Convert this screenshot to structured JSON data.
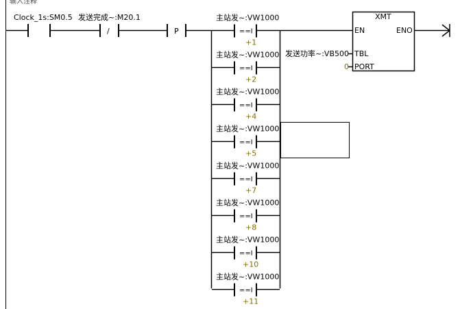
{
  "network": {
    "comment": "输入注释"
  },
  "contacts": {
    "clock": "Clock_1s:SM0.5",
    "sent_done": "发送完成~:M20.1",
    "not_symbol": "/",
    "pulse": "P"
  },
  "compare_op": "==I",
  "compare_operand": "主站发~:VW1000",
  "compare_rows": [
    {
      "operand": "主站发~:VW1000",
      "op": "==I",
      "value": "+1"
    },
    {
      "operand": "主站发~:VW1000",
      "op": "==I",
      "value": "+2"
    },
    {
      "operand": "主站发~:VW1000",
      "op": "==I",
      "value": "+4"
    },
    {
      "operand": "主站发~:VW1000",
      "op": "==I",
      "value": "+5"
    },
    {
      "operand": "主站发~:VW1000",
      "op": "==I",
      "value": "+7"
    },
    {
      "operand": "主站发~:VW1000",
      "op": "==I",
      "value": "+8"
    },
    {
      "operand": "主站发~:VW1000",
      "op": "==I",
      "value": "+10"
    },
    {
      "operand": "主站发~:VW1000",
      "op": "==I",
      "value": "+11"
    }
  ],
  "xmt": {
    "title": "XMT",
    "en": "EN",
    "eno": "ENO",
    "tbl": "TBL",
    "port": "PORT",
    "tbl_param": "发送功率~:VB500",
    "port_param": "0"
  },
  "colors": {
    "line": "#000000",
    "operand_value": "#807000"
  }
}
